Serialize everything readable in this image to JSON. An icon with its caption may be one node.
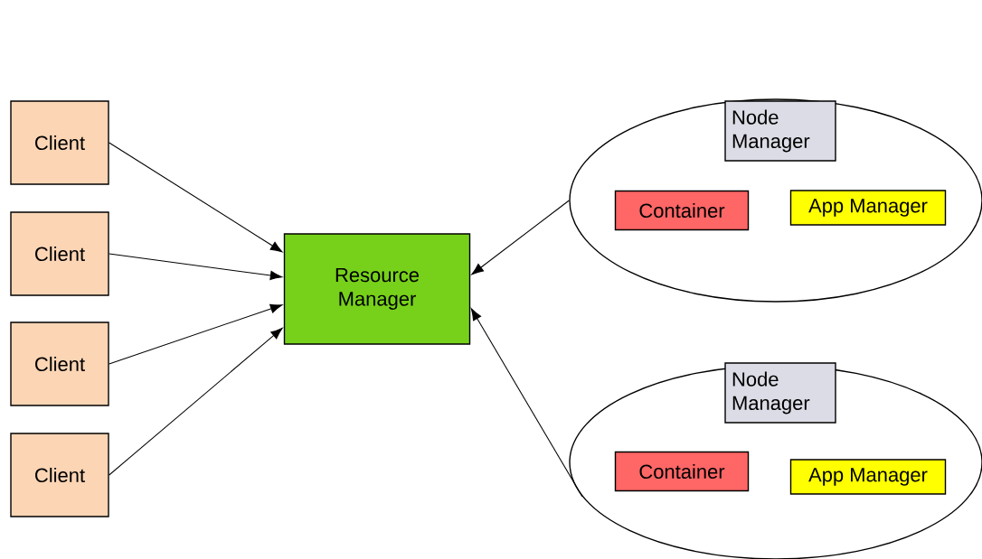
{
  "diagram": {
    "nodes": [
      {
        "text": [
          "Client"
        ]
      },
      {
        "text": [
          "Client"
        ]
      },
      {
        "text": [
          "Client"
        ]
      },
      {
        "text": [
          "Client"
        ]
      },
      {
        "text": [
          "Resource Manager"
        ]
      },
      {
        "text": [],
        "shape": "ellipse"
      },
      {
        "text": [
          "Node Manager"
        ],
        "in": 5
      },
      {
        "text": [
          "Container"
        ],
        "in": 5
      },
      {
        "text": [
          "App Manager"
        ],
        "in": 5
      },
      {
        "text": [],
        "shape": "ellipse"
      },
      {
        "text": [
          "Node Manager"
        ],
        "in": 9
      },
      {
        "text": [
          "Container"
        ],
        "in": 9
      },
      {
        "text": [
          "App Manager"
        ],
        "in": 9
      }
    ],
    "edges": [
      {
        "from": 0,
        "to": 4,
        "arrow": "to"
      },
      {
        "from": 1,
        "to": 4,
        "arrow": "to"
      },
      {
        "from": 2,
        "to": 4,
        "arrow": "to"
      },
      {
        "from": 3,
        "to": 4,
        "arrow": "to"
      },
      {
        "from": 5,
        "to": 4,
        "arrow": "to"
      },
      {
        "from": 9,
        "to": 4,
        "arrow": "to"
      }
    ]
  }
}
